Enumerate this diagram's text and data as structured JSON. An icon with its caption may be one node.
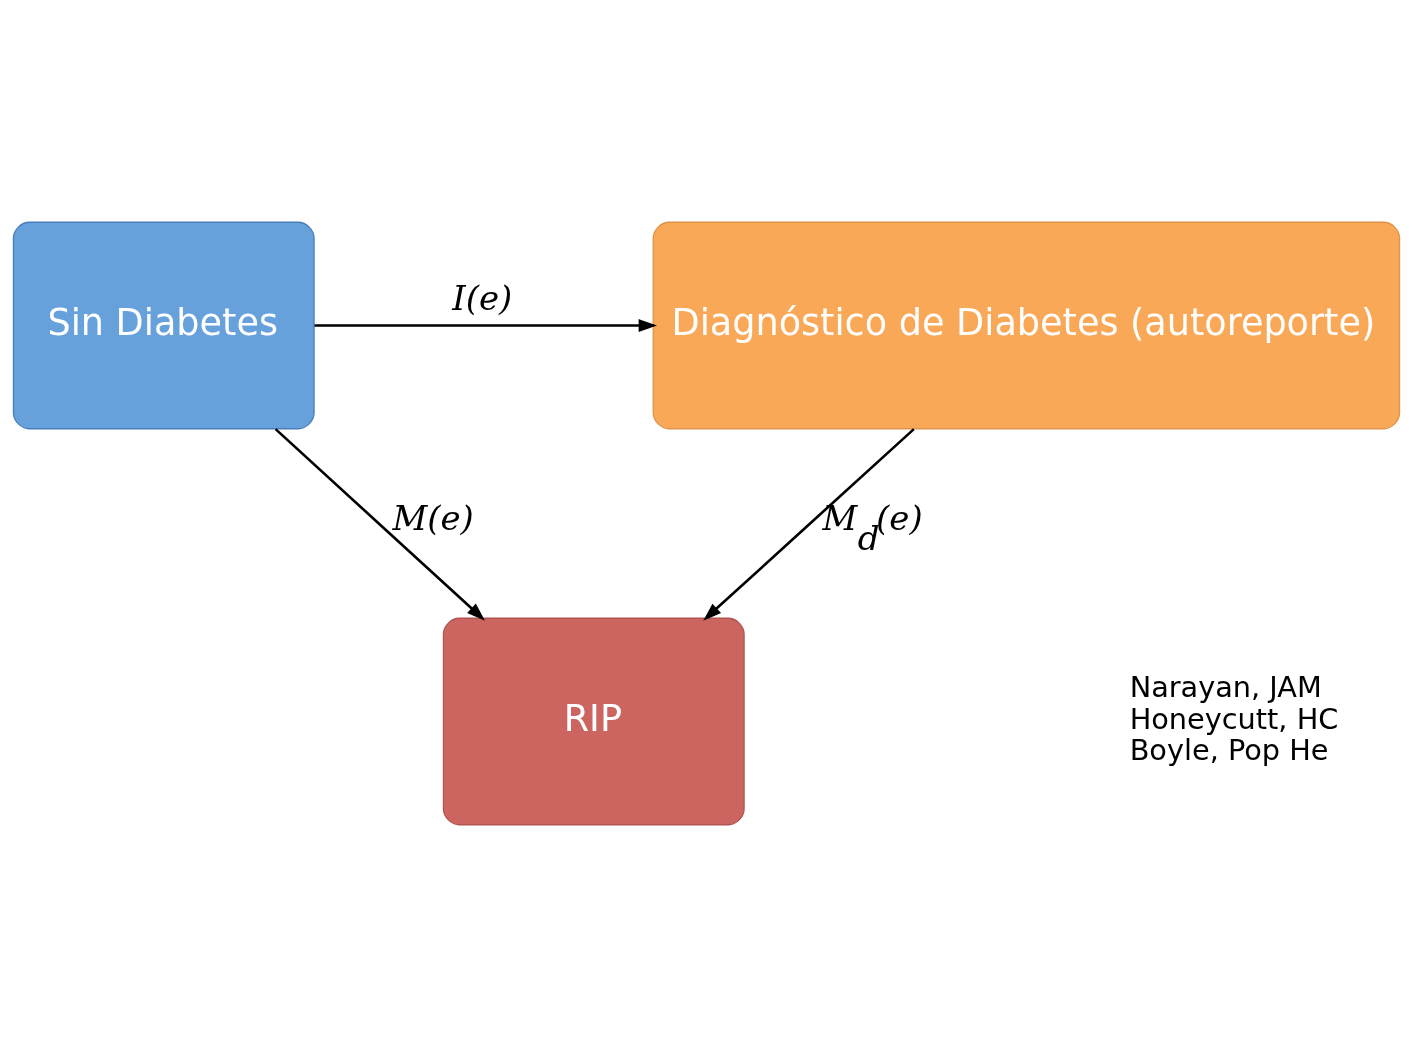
{
  "diagram": {
    "nodes": [
      {
        "text": [
          "Sin Diabetes"
        ]
      },
      {
        "text": [
          "Diagnóstico de Diabetes (autoreporte)"
        ]
      },
      {
        "text": [
          "RIP"
        ]
      }
    ],
    "edges": [
      {
        "from": 0,
        "to": 1,
        "arrow": "to",
        "label": "I(e)"
      },
      {
        "from": 0,
        "to": 2,
        "arrow": "to",
        "label": "M(e)"
      },
      {
        "from": 1,
        "to": 2,
        "arrow": "to",
        "label": "M$_{d}$(e)"
      }
    ],
    "labels": [
      "Narayan, JAM",
      "Honeycutt, HC",
      "Boyle, Pop He"
    ]
  }
}
